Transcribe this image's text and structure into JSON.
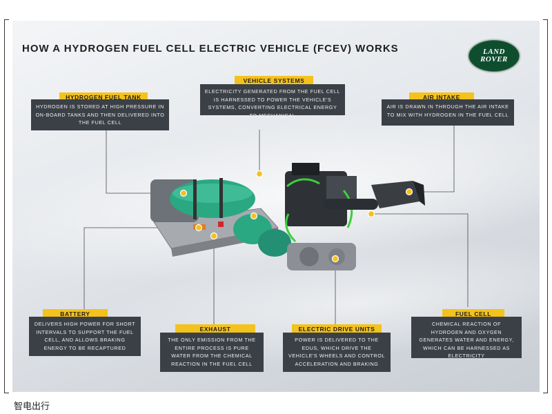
{
  "title": "HOW A HYDROGEN FUEL CELL ELECTRIC VEHICLE (FCEV) WORKS",
  "logo": {
    "line1": "LAND",
    "line2": "ROVER"
  },
  "callouts": {
    "hydrogen_fuel_tank": {
      "label": "HYDROGEN FUEL TANK",
      "text": "HYDROGEN IS STORED AT HIGH PRESSURE IN ON-BOARD TANKS AND THEN DELIVERED INTO THE FUEL CELL"
    },
    "vehicle_systems": {
      "label": "VEHICLE SYSTEMS",
      "text": "ELECTRICITY GENERATED FROM THE FUEL CELL IS HARNESSED TO POWER THE VEHICLE'S SYSTEMS, CONVERTING ELECTRICAL ENERGY TO MECHANICAL"
    },
    "air_intake": {
      "label": "AIR INTAKE",
      "text": "AIR IS DRAWN IN THROUGH THE AIR INTAKE TO MIX WITH HYDROGEN IN THE FUEL CELL"
    },
    "battery": {
      "label": "BATTERY",
      "text": "DELIVERS HIGH POWER FOR SHORT INTERVALS TO SUPPORT THE FUEL CELL, AND ALLOWS BRAKING ENERGY TO BE RECAPTURED"
    },
    "exhaust": {
      "label": "EXHAUST",
      "text": "THE ONLY EMISSION FROM THE ENTIRE PROCESS IS PURE WATER FROM THE CHEMICAL REACTION IN THE FUEL CELL"
    },
    "electric_drive_units": {
      "label": "ELECTRIC DRIVE UNITS",
      "text": "POWER IS DELIVERED TO THE EDUs, WHICH DRIVE THE VEHICLE'S WHEELS AND CONTROL ACCELERATION AND BRAKING"
    },
    "fuel_cell": {
      "label": "FUEL CELL",
      "text": "CHEMICAL REACTION OF HYDROGEN AND OXYGEN GENERATES WATER AND ENERGY, WHICH CAN BE HARNESSED AS ELECTRICITY"
    }
  },
  "caption": "智电出行",
  "colors": {
    "label_yellow": "#f4c21d",
    "box_dark": "#3b4046",
    "tank_green": "#2aa882",
    "highlight_green": "#3ccf3c",
    "logo_green": "#0f4d2f",
    "battery_orange": "#e07b2a"
  }
}
